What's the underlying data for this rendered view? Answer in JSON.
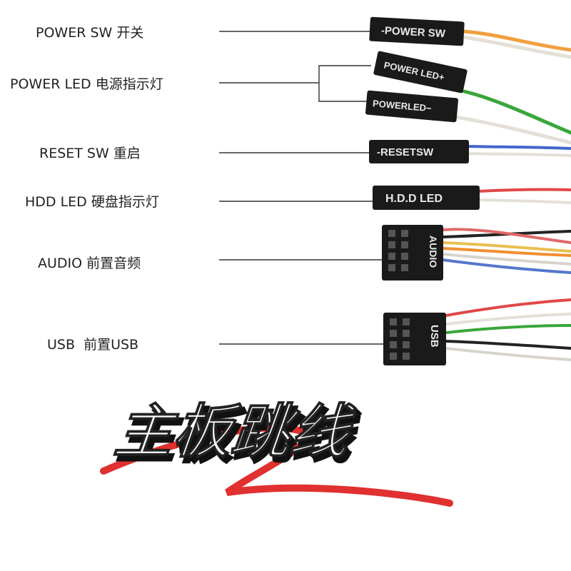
{
  "labels": {
    "power_sw": "POWER SW 开关",
    "power_led": "POWER LED 电源指示灯",
    "reset_sw": "RESET SW 重启",
    "hdd_led": "HDD LED 硬盘指示灯",
    "audio": "AUDIO 前置音频",
    "usb": "USB  前置USB"
  },
  "connectors": {
    "power_sw": "-POWER SW",
    "power_led_plus": "POWER LED+",
    "power_led_minus": "POWERLED−",
    "reset_sw": "-RESETSW",
    "hdd_led": "H.D.D LED",
    "audio": "AUDIO",
    "usb": "USB"
  },
  "title": "主板跳线",
  "colors": {
    "connector": "#1a1a1a",
    "connector_text": "#e8e8e8",
    "swoosh": "#e03030",
    "wire_orange": "#f0a040",
    "wire_green": "#3aa63a",
    "wire_blue": "#4466cc",
    "wire_red": "#e04848"
  }
}
